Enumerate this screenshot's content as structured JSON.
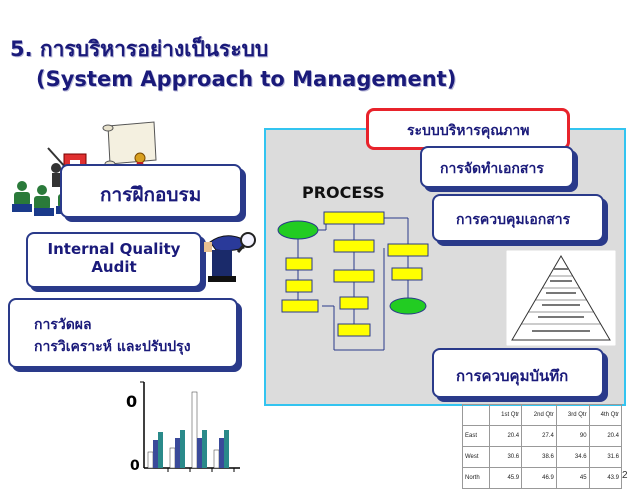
{
  "title": {
    "line1": "5. การบริหารอย่างเป็นระบบ",
    "line2": "(System Approach to Management)"
  },
  "left": {
    "training": "การฝึกอบรม",
    "audit_line1": "Internal Quality",
    "audit_line2": "Audit",
    "measure_line1": "การวัดผล",
    "measure_line2": "การวิเคราะห์ และปรับปรุง"
  },
  "right": {
    "qms": "ระบบบริหารคุณภาพ",
    "doc_prep": "การจัดทำเอกสาร",
    "doc_control": "การควบคุมเอกสาร",
    "process": "PROCESS",
    "records": "การควบคุมบันทึก"
  },
  "chart_axis": {
    "tick_top": "0",
    "tick_bottom": "0"
  },
  "table": {
    "headers": [
      "",
      "1st Qtr",
      "2nd Qtr",
      "3rd Qtr",
      "4th Qtr"
    ],
    "rows": [
      [
        "East",
        "20.4",
        "27.4",
        "90",
        "20.4"
      ],
      [
        "West",
        "30.6",
        "38.6",
        "34.6",
        "31.6"
      ],
      [
        "North",
        "45.9",
        "46.9",
        "45",
        "43.9"
      ]
    ]
  },
  "page_number": "2",
  "colors": {
    "title": "#1a1a7a",
    "panel_border": "#33c4f0",
    "qms_border": "#e8232b",
    "box_border": "#2a3a8a",
    "flow_yellow": "#ffff00",
    "flow_green": "#22cc22"
  }
}
